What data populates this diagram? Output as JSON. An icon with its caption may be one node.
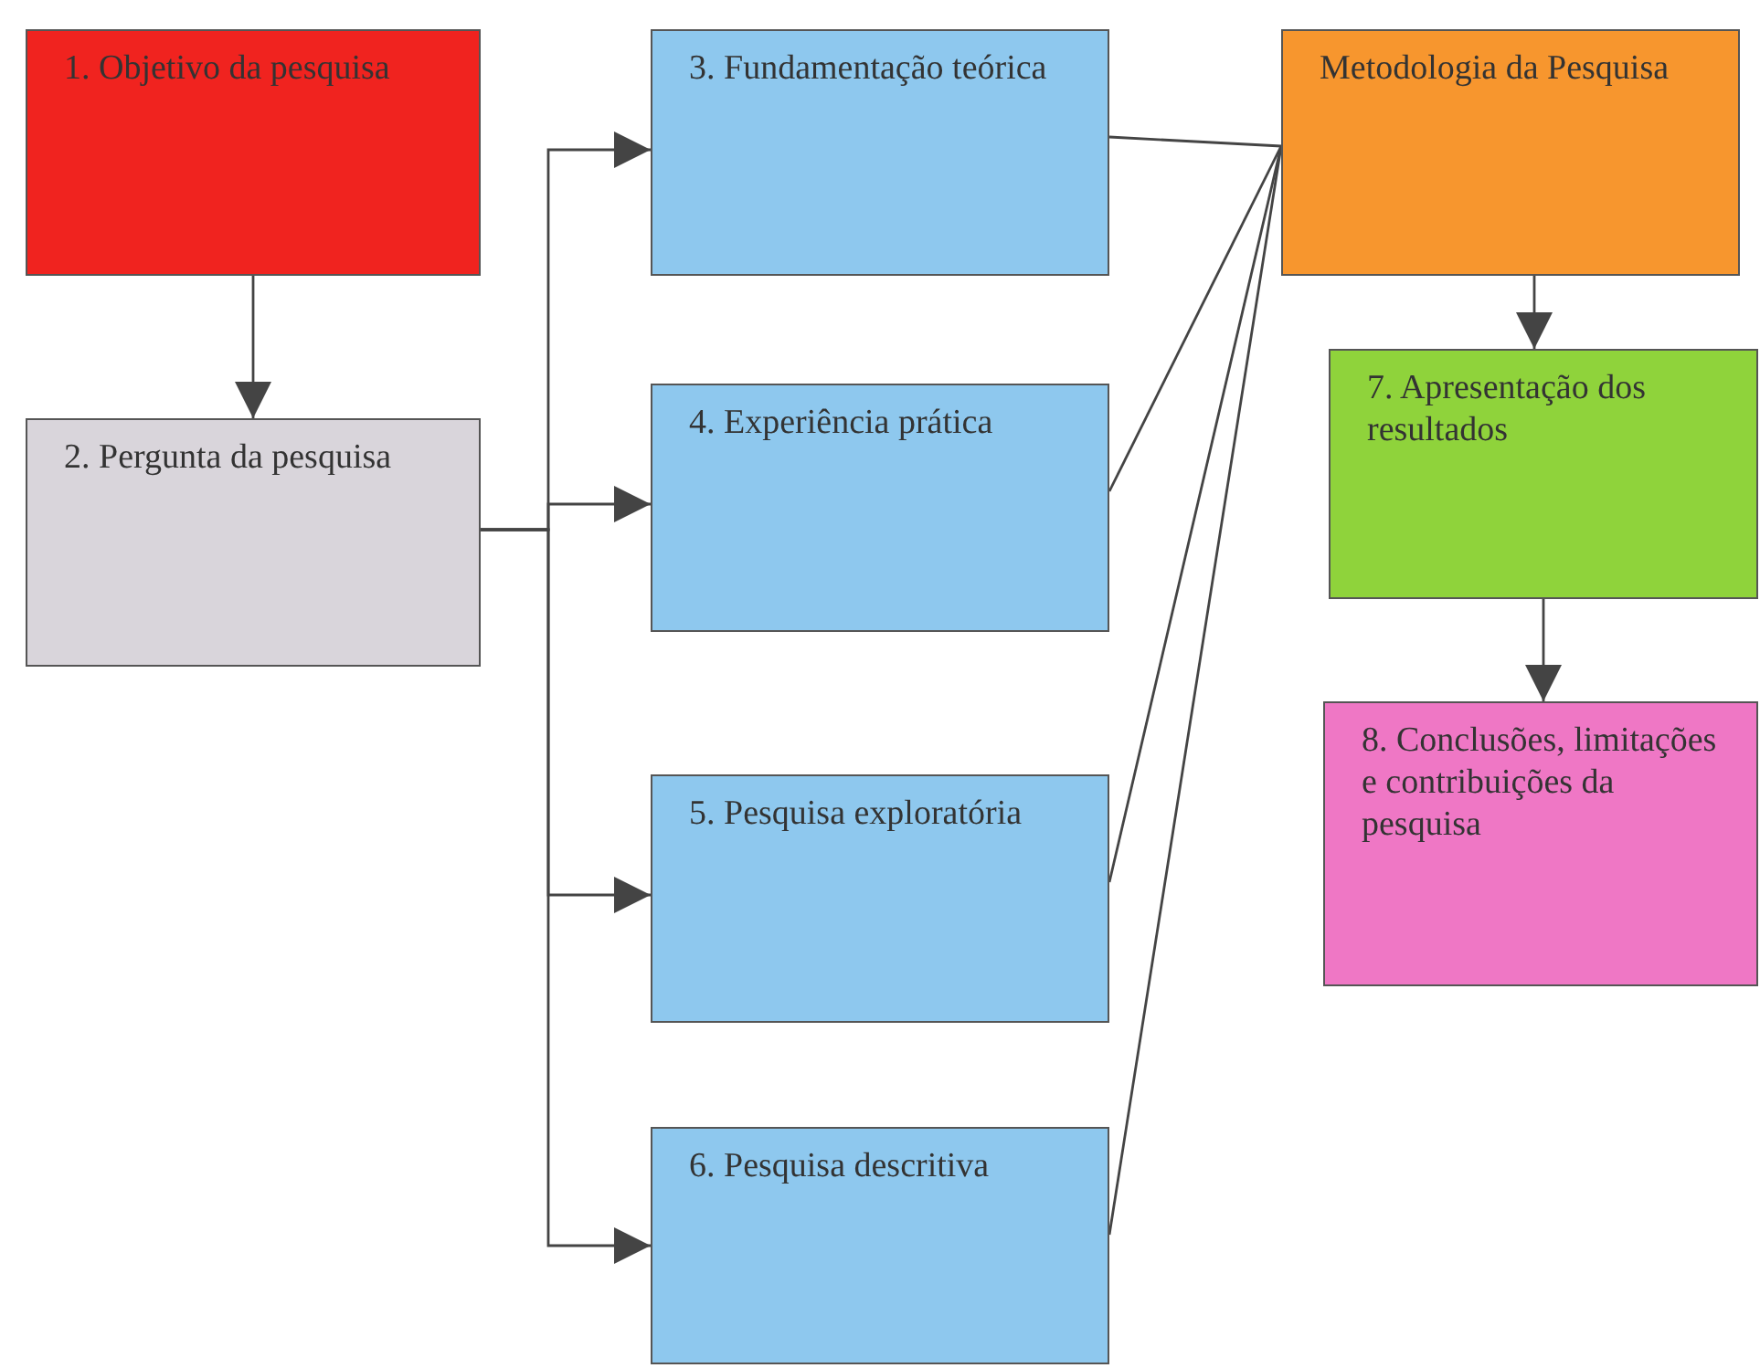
{
  "diagram": {
    "nodes": [
      {
        "text": [
          "1. Objetivo da pesquisa"
        ]
      },
      {
        "text": [
          "2. Pergunta da pesquisa"
        ]
      },
      {
        "text": [
          "3. Fundamentação teórica"
        ]
      },
      {
        "text": [
          "4. Experiência prática"
        ]
      },
      {
        "text": [
          "5. Pesquisa exploratória"
        ]
      },
      {
        "text": [
          "6. Pesquisa descritiva"
        ]
      },
      {
        "text": [
          "Metodologia da Pesquisa"
        ]
      },
      {
        "text": [
          "7. Apresentação dos resultados"
        ]
      },
      {
        "text": [
          "8. Conclusões, limitações e contribuições da pesquisa"
        ]
      }
    ],
    "edges": [
      {
        "from": 0,
        "to": 1,
        "arrow": "to"
      },
      {
        "from": 1,
        "to": 2,
        "arrow": "to"
      },
      {
        "from": 1,
        "to": 3,
        "arrow": "to"
      },
      {
        "from": 1,
        "to": 4,
        "arrow": "to"
      },
      {
        "from": 1,
        "to": 5,
        "arrow": "to"
      },
      {
        "from": 2,
        "to": 6,
        "arrow": "none"
      },
      {
        "from": 3,
        "to": 6,
        "arrow": "none"
      },
      {
        "from": 4,
        "to": 6,
        "arrow": "none"
      },
      {
        "from": 5,
        "to": 6,
        "arrow": "none"
      },
      {
        "from": 6,
        "to": 7,
        "arrow": "to"
      },
      {
        "from": 7,
        "to": 8,
        "arrow": "to"
      }
    ]
  }
}
